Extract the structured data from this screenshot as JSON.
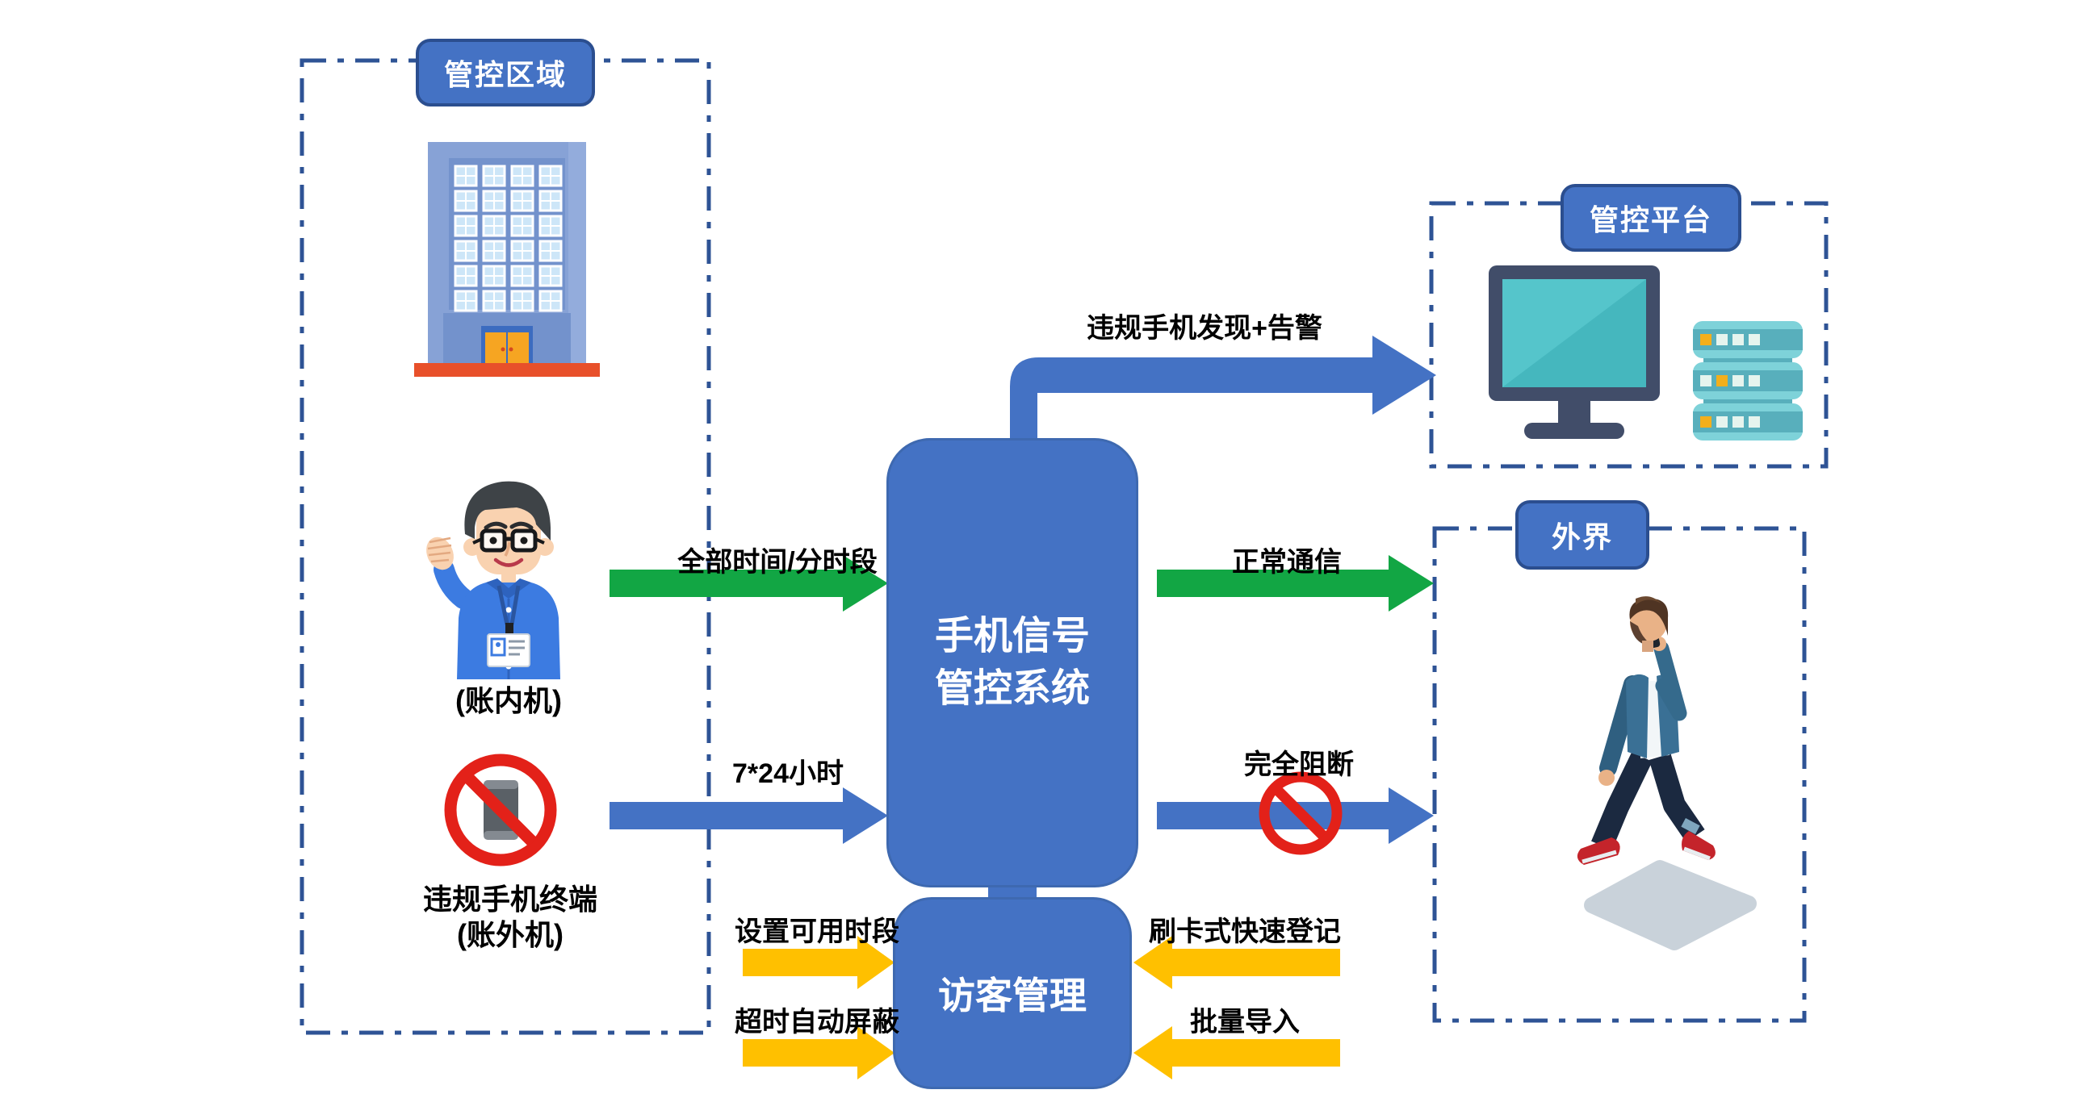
{
  "regions": {
    "control_area": {
      "label": "管控区域"
    },
    "platform": {
      "label": "管控平台"
    },
    "outside": {
      "label": "外界"
    }
  },
  "nodes": {
    "signal_system": {
      "label_line1": "手机信号",
      "label_line2": "管控系统"
    },
    "visitor_mgmt": {
      "label": "访客管理"
    }
  },
  "captions": {
    "registered_phone": "(账内机)",
    "illegal_phone_line1": "违规手机终端",
    "illegal_phone_line2": "(账外机)"
  },
  "arrows": {
    "alarm": {
      "label": "违规手机发现+告警",
      "color": "#4472C4"
    },
    "full_time": {
      "label": "全部时间/分时段",
      "color": "#12A644"
    },
    "normal_comm": {
      "label": "正常通信",
      "color": "#12A644"
    },
    "always_on": {
      "label": "7*24小时",
      "color": "#4472C4"
    },
    "full_block": {
      "label": "完全阻断",
      "color": "#4472C4"
    },
    "set_period": {
      "label": "设置可用时段",
      "color": "#FFC000"
    },
    "timeout_block": {
      "label": "超时自动屏蔽",
      "color": "#FFC000"
    },
    "card_register": {
      "label": "刷卡式快速登记",
      "color": "#FFC000"
    },
    "batch_import": {
      "label": "批量导入",
      "color": "#FFC000"
    }
  },
  "icons": {
    "control_building": "office-building-icon",
    "registered_user": "waving-employee-icon",
    "illegal_phone": "no-phone-sign-icon",
    "platform_monitor": "desktop-monitor-icon",
    "platform_servers": "server-stack-icon",
    "outside_person": "walking-phone-user-icon",
    "block_sign": "prohibition-icon"
  },
  "colors": {
    "primary_blue": "#4472C4",
    "border_blue": "#2B4E8F",
    "dash_blue": "#2E5395",
    "arrow_green": "#12A644",
    "arrow_yellow": "#FFC000",
    "alert_red": "#E32119",
    "building_base_red": "#E8502A",
    "text_black": "#000000",
    "node_text_white": "#FFFFFF"
  }
}
